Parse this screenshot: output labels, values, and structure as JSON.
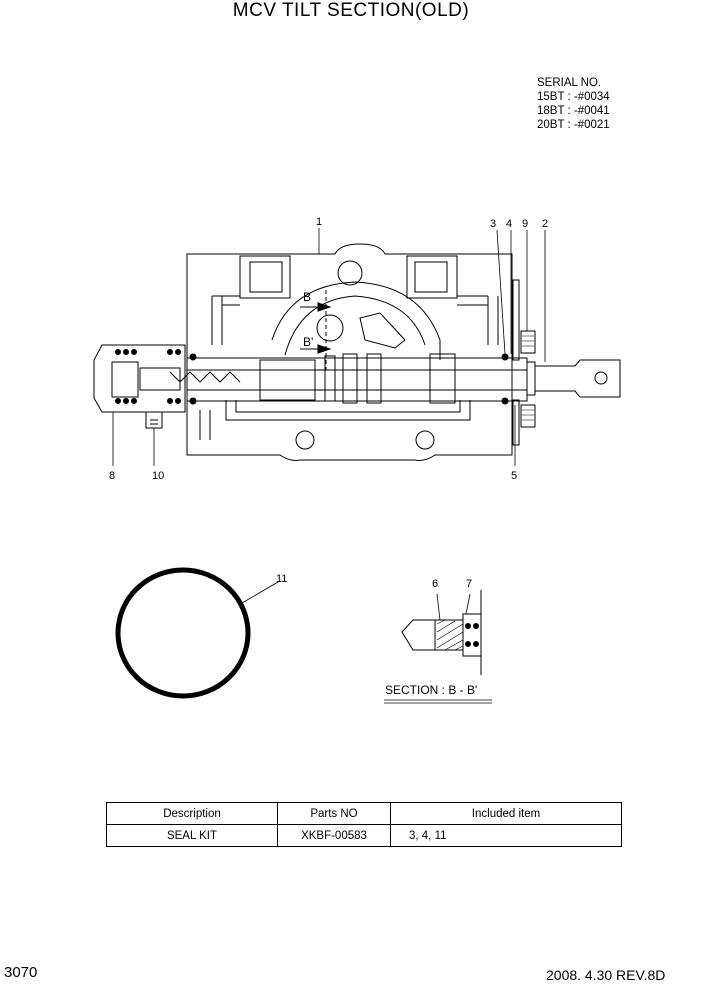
{
  "title": "MCV TILT SECTION(OLD)",
  "serial": {
    "heading": "SERIAL NO.",
    "lines": [
      "15BT : -#0034",
      "18BT : -#0041",
      "20BT : -#0021"
    ]
  },
  "callouts": {
    "c1": "1",
    "c2": "2",
    "c3": "3",
    "c4": "4",
    "c5": "5",
    "c6": "6",
    "c7": "7",
    "c8": "8",
    "c9": "9",
    "c10": "10",
    "c11": "11"
  },
  "section_marks": {
    "b": "B",
    "b_prime": "B'"
  },
  "section_label": "SECTION : B - B'",
  "table": {
    "headers": [
      "Description",
      "Parts NO",
      "Included item"
    ],
    "rows": [
      [
        "SEAL KIT",
        "XKBF-00583",
        "3, 4, 11"
      ]
    ]
  },
  "footer": {
    "page_number": "3070",
    "revision": "2008. 4.30  REV.8D"
  }
}
